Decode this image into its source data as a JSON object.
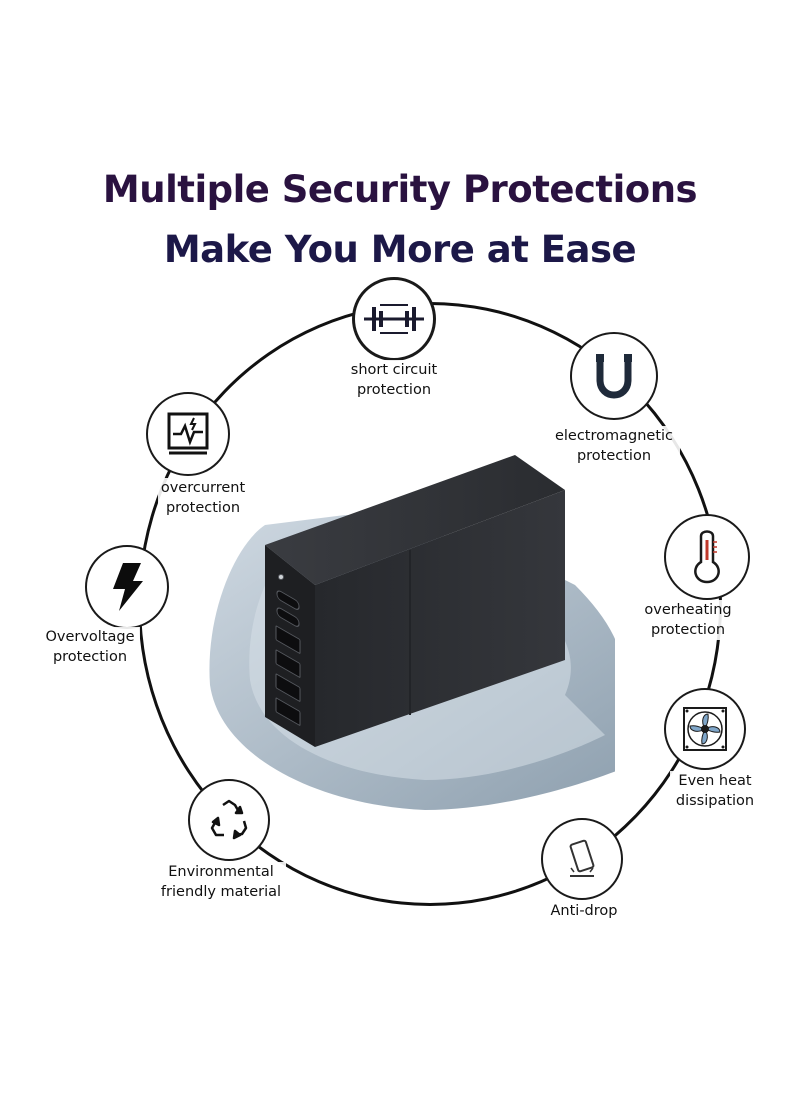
{
  "headline": {
    "line1": "Multiple Security Protections",
    "line2": "Make You More at Ease",
    "line1_color": "#2a1240",
    "line2_color": "#1c1848"
  },
  "features": {
    "short_circuit": {
      "line1": "short circuit",
      "line2": "protection",
      "icon": "circuit-breaker-icon"
    },
    "electromagnetic": {
      "line1": "electromagnetic",
      "line2": "protection",
      "icon": "magnet-icon"
    },
    "overcurrent": {
      "line1": "overcurrent",
      "line2": "protection",
      "icon": "monitor-pulse-icon"
    },
    "overheating": {
      "line1": "overheating",
      "line2": "protection",
      "icon": "thermometer-icon"
    },
    "overvoltage": {
      "line1": "Overvoltage",
      "line2": "protection",
      "icon": "lightning-bolt-icon"
    },
    "heat_dissipation": {
      "line1": "Even heat",
      "line2": "dissipation",
      "icon": "fan-icon"
    },
    "environmental": {
      "line1": "Environmental",
      "line2": "friendly material",
      "icon": "recycle-icon"
    },
    "anti_drop": {
      "line1": "Anti-drop",
      "icon": "phone-drop-icon"
    }
  },
  "colors": {
    "ring": "#111111",
    "charger_body": "#2b2d31",
    "shield": "#9eb0bf"
  }
}
